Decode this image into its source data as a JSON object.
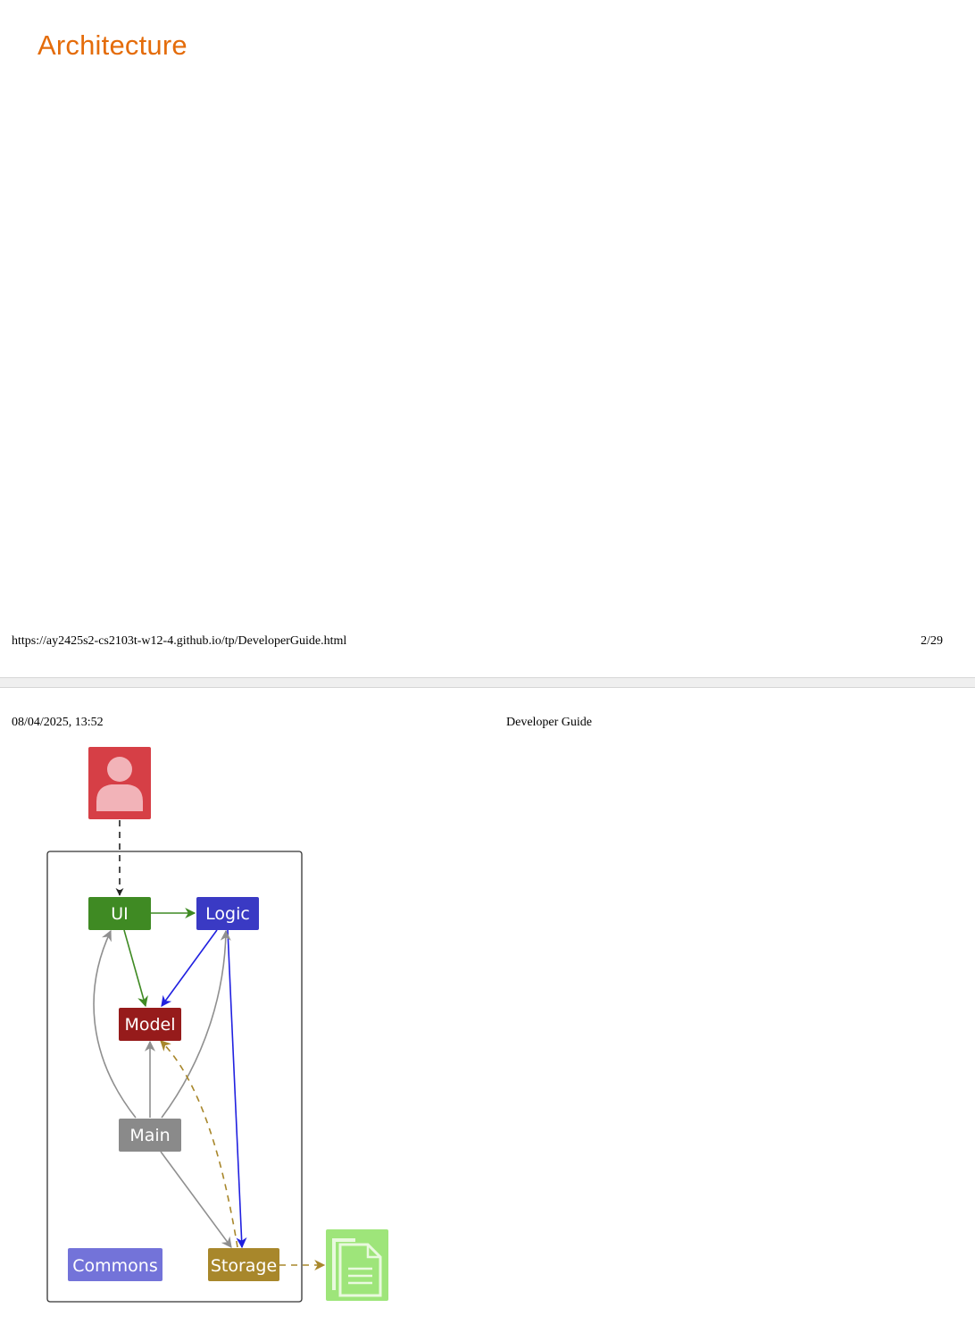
{
  "section": {
    "heading": "Architecture"
  },
  "page_footer": {
    "url": "https://ay2425s2-cs2103t-w12-4.github.io/tp/DeveloperGuide.html",
    "page_number": "2/29"
  },
  "page_header": {
    "datetime": "08/04/2025, 13:52",
    "title": "Developer Guide"
  },
  "diagram": {
    "components": {
      "ui": "UI",
      "logic": "Logic",
      "model": "Model",
      "main": "Main",
      "commons": "Commons",
      "storage": "Storage"
    },
    "icons": {
      "user": "user-icon",
      "file": "file-icon"
    },
    "colors": {
      "user": "#d63f46",
      "ui": "#3f8a23",
      "logic": "#3a3ac4",
      "model": "#961b1b",
      "main": "#8a8a8a",
      "commons": "#7373d9",
      "storage": "#a8872b",
      "file": "#9ee57a"
    }
  }
}
